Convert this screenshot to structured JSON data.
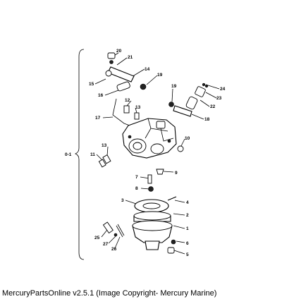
{
  "diagram": {
    "group_label": "0-1",
    "callouts": [
      "20",
      "21",
      "14",
      "15",
      "19",
      "16",
      "12",
      "13",
      "17",
      "19",
      "24",
      "23",
      "22",
      "18",
      "10",
      "13",
      "11",
      "9",
      "7",
      "8",
      "4",
      "3",
      "2",
      "1",
      "25",
      "27",
      "26",
      "6",
      "5"
    ]
  },
  "footer": {
    "caption": "MercuryPartsOnline v2.5.1 (Image Copyright- Mercury Marine)"
  }
}
